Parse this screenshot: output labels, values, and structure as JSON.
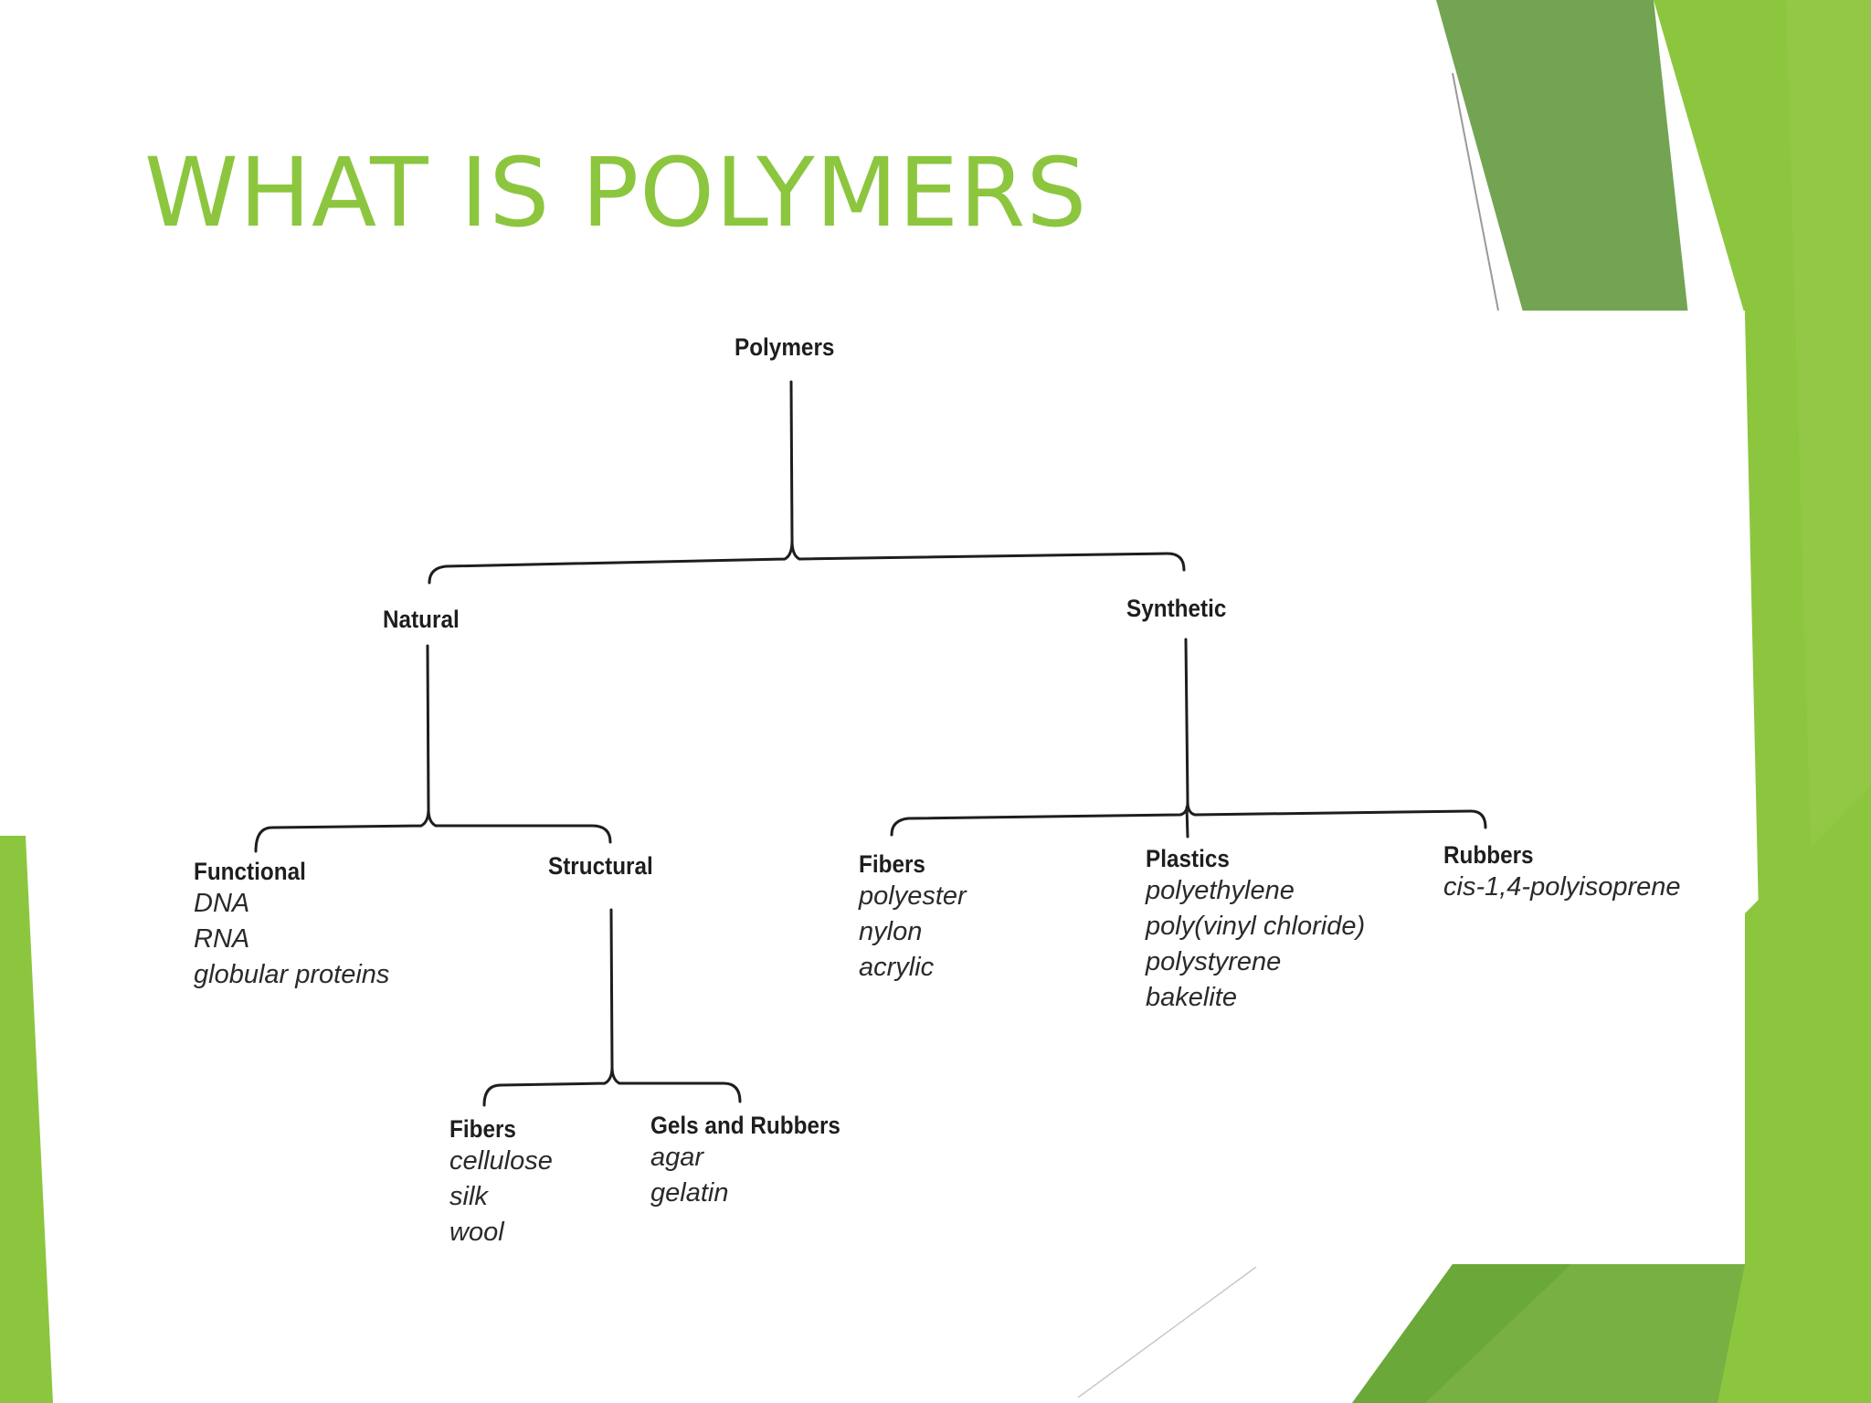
{
  "slide": {
    "title": "WHAT IS POLYMERS",
    "colors": {
      "title": "#8cc63f",
      "accent_light": "#8cc63f",
      "accent_dark": "#72a452",
      "ink": "#1e1e1e"
    }
  },
  "diagram": {
    "root": {
      "title": "Polymers"
    },
    "natural": {
      "title": "Natural"
    },
    "synthetic": {
      "title": "Synthetic"
    },
    "functional": {
      "title": "Functional",
      "items": [
        "DNA",
        "RNA",
        "globular proteins"
      ]
    },
    "structural": {
      "title": "Structural"
    },
    "synthetic_fibers": {
      "title": "Fibers",
      "items": [
        "polyester",
        "nylon",
        "acrylic"
      ]
    },
    "plastics": {
      "title": "Plastics",
      "items": [
        "polyethylene",
        "poly(vinyl chloride)",
        "polystyrene",
        "bakelite"
      ]
    },
    "rubbers": {
      "title": "Rubbers",
      "items": [
        "cis-1,4-polyisoprene"
      ]
    },
    "structural_fibers": {
      "title": "Fibers",
      "items": [
        "cellulose",
        "silk",
        "wool"
      ]
    },
    "gels_rubbers": {
      "title": "Gels and Rubbers",
      "items": [
        "agar",
        "gelatin"
      ]
    }
  }
}
